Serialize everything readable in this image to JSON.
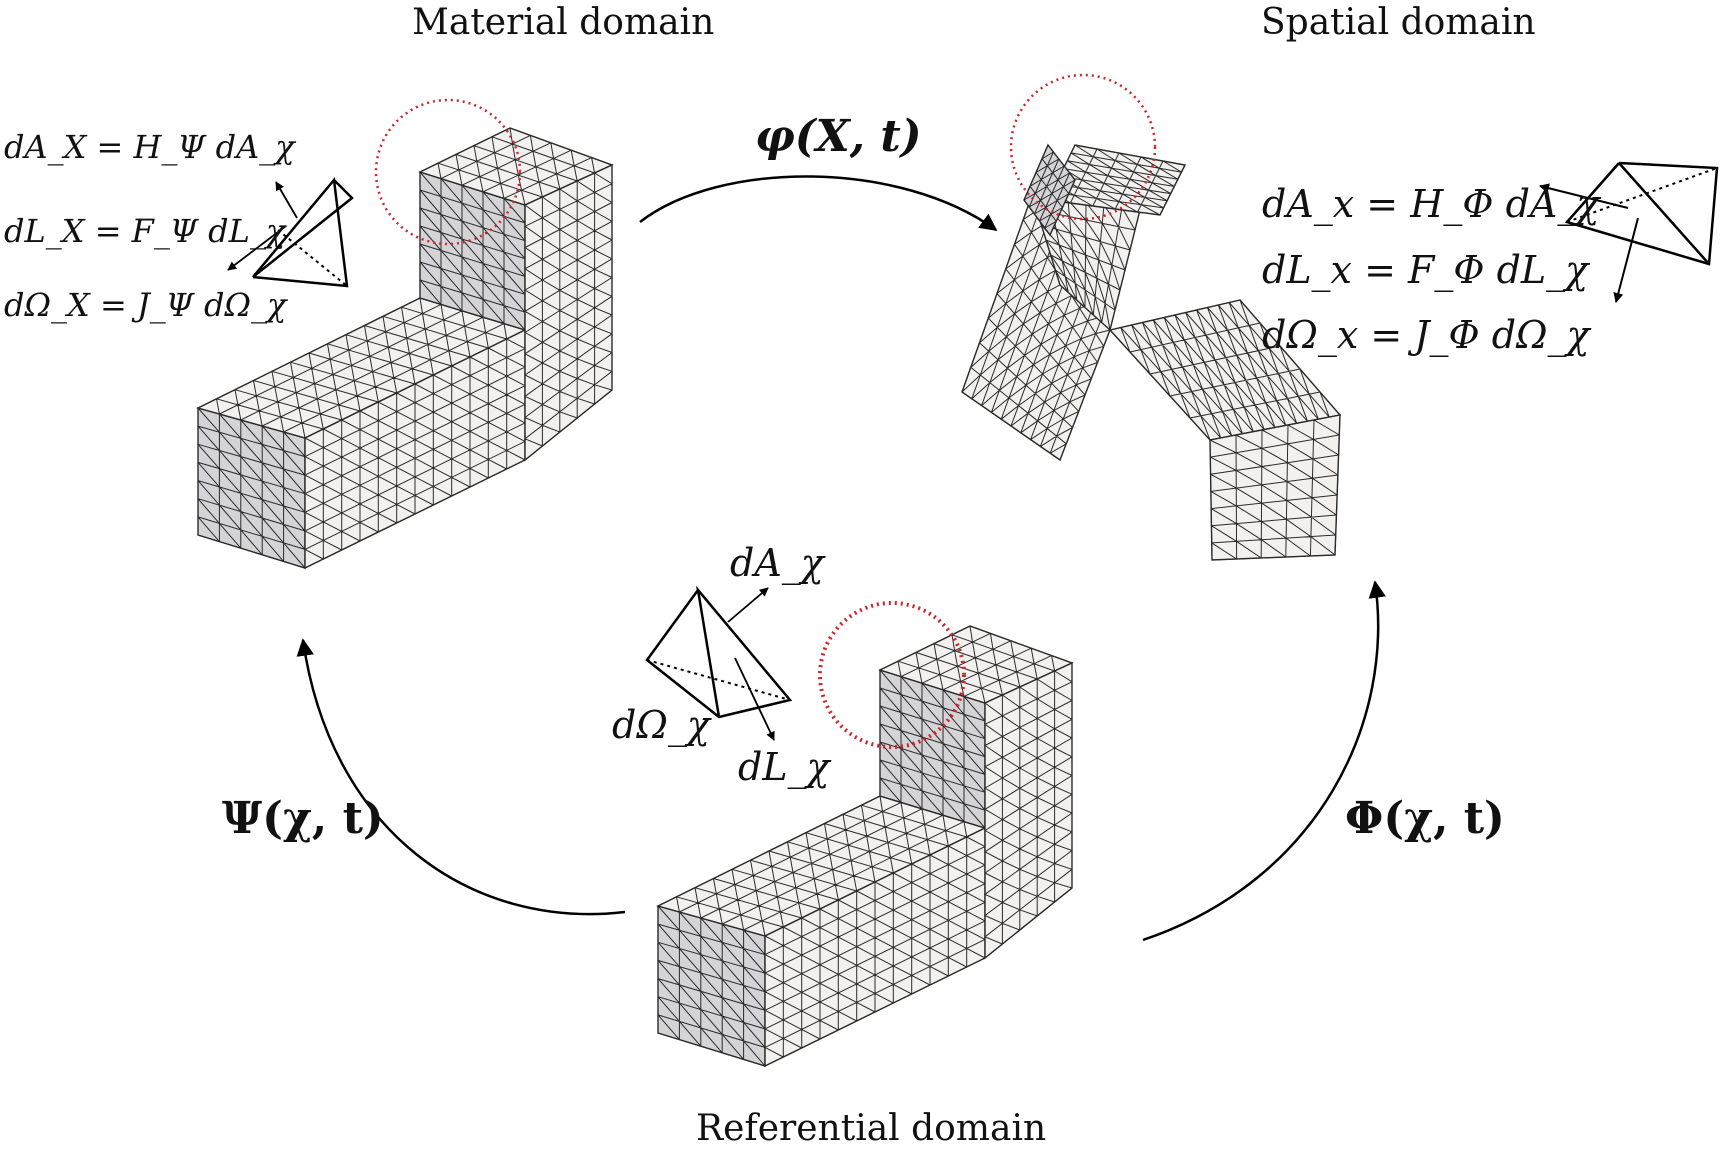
{
  "domains": {
    "material": "Material domain",
    "spatial": "Spatial domain",
    "referential": "Referential domain"
  },
  "mappings": {
    "phi": "φ(X, t)",
    "psi": "Ψ(χ, t)",
    "Phi": "Φ(χ, t)"
  },
  "material_relations": {
    "area": "dA_X = H_Ψ dA_χ",
    "line": "dL_X = F_Ψ dL_χ",
    "volume": "dΩ_X = J_Ψ dΩ_χ"
  },
  "spatial_relations": {
    "area": "dA_x = H_Φ dA_χ",
    "line": "dL_x = F_Φ dL_χ",
    "volume": "dΩ_x = J_Φ dΩ_χ"
  },
  "referential_element": {
    "area": "dA_χ",
    "line": "dL_χ",
    "volume": "dΩ_χ"
  },
  "colors": {
    "mesh_face_light": "#f2f1ef",
    "mesh_face_shade": "#d4d3d6",
    "mesh_line": "#2a2a2a",
    "highlight_circle": "#d0232a",
    "arrow": "#000000"
  }
}
